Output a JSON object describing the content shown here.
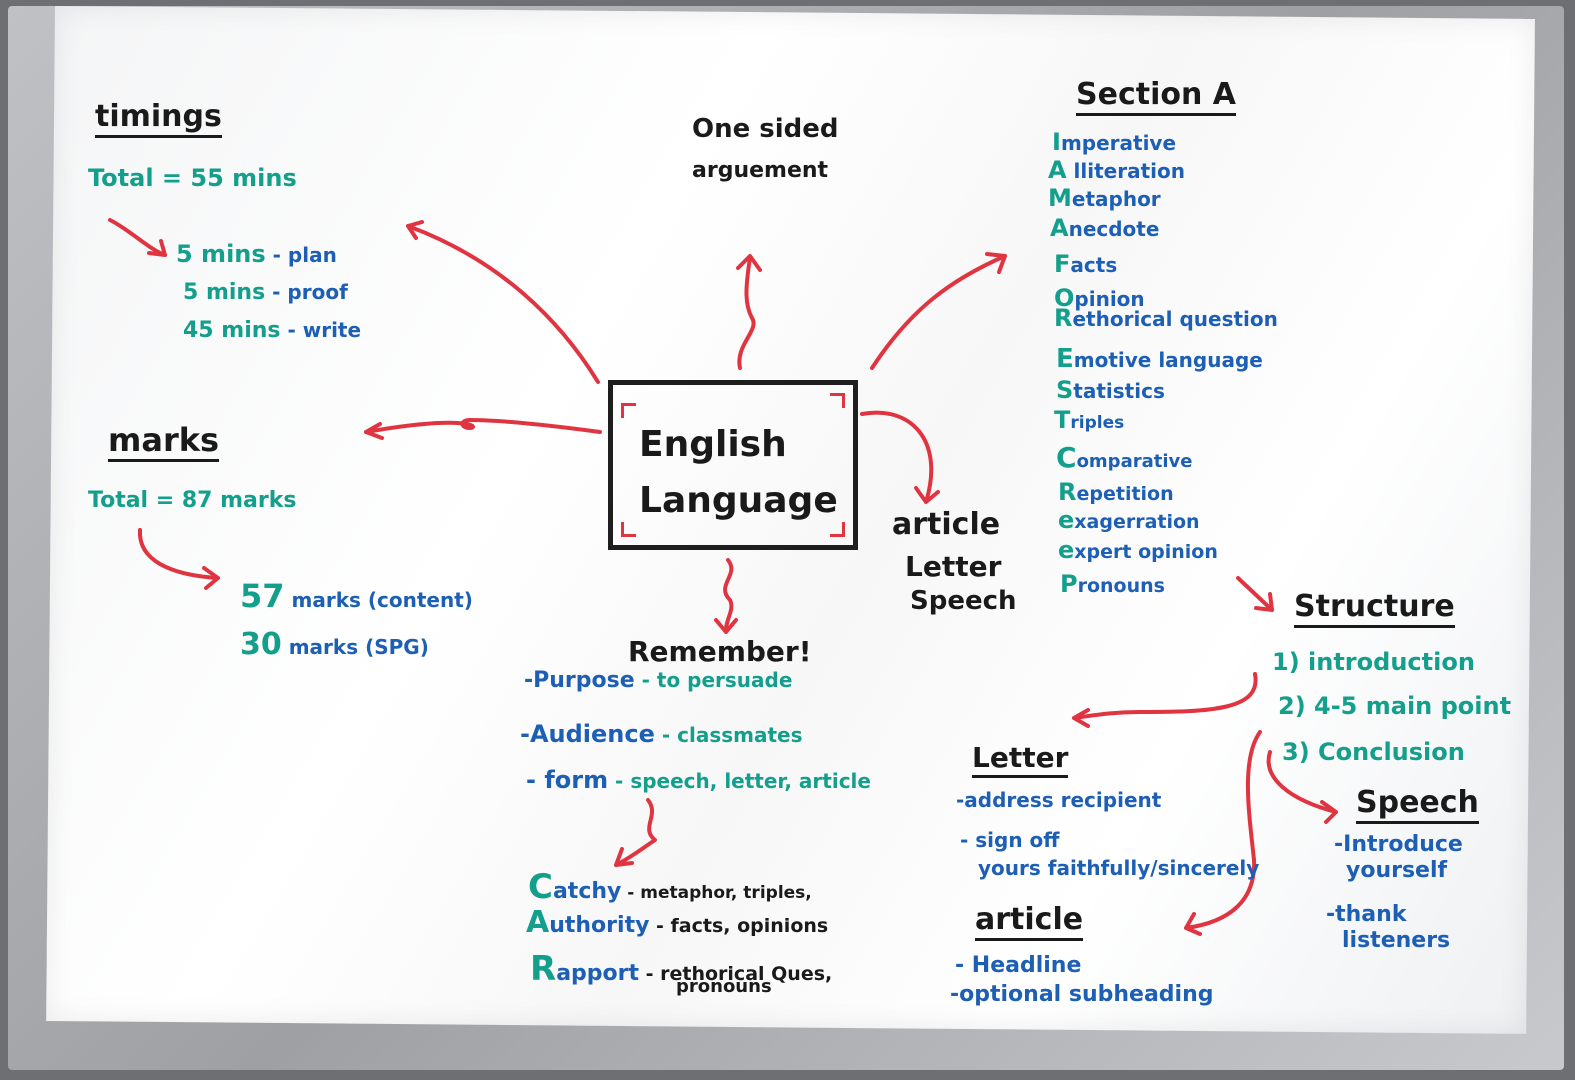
{
  "central": {
    "title_line1": "English",
    "title_line2": "Language"
  },
  "timings": {
    "heading": "timings",
    "total": "Total = 55 mins",
    "items": [
      {
        "time": "5 mins",
        "label": " - plan"
      },
      {
        "time": "5 mins",
        "label": " - proof"
      },
      {
        "time": "45 mins",
        "label": " - write"
      }
    ]
  },
  "one_sided": {
    "line1": "One sided",
    "line2": "arguement"
  },
  "marks": {
    "heading": "marks",
    "total": "Total = 87 marks",
    "items": [
      {
        "num": "57",
        "label": " marks (content)"
      },
      {
        "num": "30",
        "label": " marks (SPG)"
      }
    ]
  },
  "section_a": {
    "heading": "Section A",
    "items": [
      {
        "letter": "I",
        "rest": "mperative"
      },
      {
        "letter": "A",
        "rest": " lliteration"
      },
      {
        "letter": "M",
        "rest": "etaphor"
      },
      {
        "letter": "A",
        "rest": "necdote"
      },
      {
        "letter": "F",
        "rest": "acts"
      },
      {
        "letter": "O",
        "rest": "pinion"
      },
      {
        "letter": "R",
        "rest": "ethorical question"
      },
      {
        "letter": "E",
        "rest": "motive language"
      },
      {
        "letter": "S",
        "rest": "tatistics"
      },
      {
        "letter": "T",
        "rest": "riples"
      },
      {
        "letter": "C",
        "rest": "omparative"
      },
      {
        "letter": "R",
        "rest": "epetition"
      },
      {
        "letter": "e",
        "rest": "xagerration"
      },
      {
        "letter": "e",
        "rest": "xpert opinion"
      },
      {
        "letter": "P",
        "rest": "ronouns"
      }
    ]
  },
  "forms": {
    "line1": "article",
    "line2": "Letter",
    "line3": "Speech"
  },
  "remember": {
    "heading": "Remember!",
    "items": [
      {
        "key": "-Purpose",
        "value": " - to persuade"
      },
      {
        "key": "-Audience",
        "value": " - classmates"
      },
      {
        "key": "- form",
        "value": " - speech, letter, article"
      }
    ]
  },
  "car": {
    "items": [
      {
        "letter": "C",
        "rest": "atchy",
        "note": " - metaphor, triples,"
      },
      {
        "letter": "A",
        "rest": "uthority",
        "note": " - facts, opinions"
      },
      {
        "letter": "R",
        "rest": "apport",
        "note": " - rethorical Ques,"
      }
    ],
    "note_cont": "pronouns"
  },
  "structure": {
    "heading": "Structure",
    "items": [
      "1) introduction",
      "2) 4-5 main point",
      "3) Conclusion"
    ]
  },
  "letter": {
    "heading": "Letter",
    "items": [
      "-address recipient",
      "- sign off",
      "yours faithfully/sincerely"
    ]
  },
  "article": {
    "heading": "article",
    "items": [
      "- Headline",
      "-optional subheading"
    ]
  },
  "speech": {
    "heading": "Speech",
    "items": [
      "-Introduce",
      "yourself",
      "-thank",
      "listeners"
    ]
  },
  "colors": {
    "arrow": "#e03441",
    "teal": "#139f8c",
    "blue": "#1d5fb5",
    "ink": "#1a1a1a"
  }
}
